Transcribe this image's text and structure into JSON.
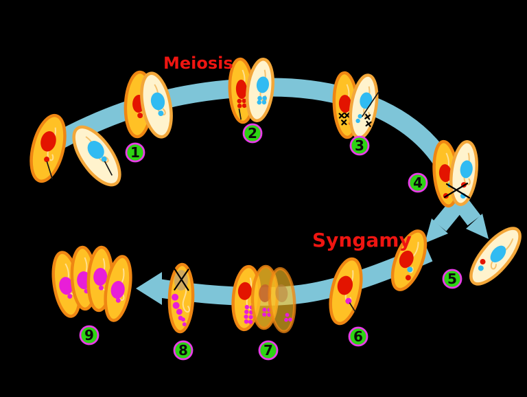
{
  "diagram": {
    "labels": {
      "meiosis": "Meiosis",
      "syngamy": "Syngamy"
    },
    "stages": [
      {
        "number": "1"
      },
      {
        "number": "2"
      },
      {
        "number": "3"
      },
      {
        "number": "4"
      },
      {
        "number": "5"
      },
      {
        "number": "6"
      },
      {
        "number": "7"
      },
      {
        "number": "8"
      },
      {
        "number": "9"
      }
    ],
    "colors": {
      "background": "#000000",
      "band": "#7ec5d8",
      "cellOrange": "#ffc125",
      "cellCream": "#fff3cd",
      "cellBorder": "#ef8613",
      "cellBorderLight": "#f3a73a",
      "macroRed": "#e31400",
      "macroBlue": "#31bbf2",
      "macroMagenta": "#e81ed8",
      "macroFadedA": "#c2612d",
      "macroFadedB": "#bc8340",
      "degenerateMacro": "#c7a469",
      "badgeGreen": "#2ed314",
      "badgeRing": "#e93de9",
      "labelRed": "#ee1511",
      "markBlack": "#000000"
    }
  }
}
